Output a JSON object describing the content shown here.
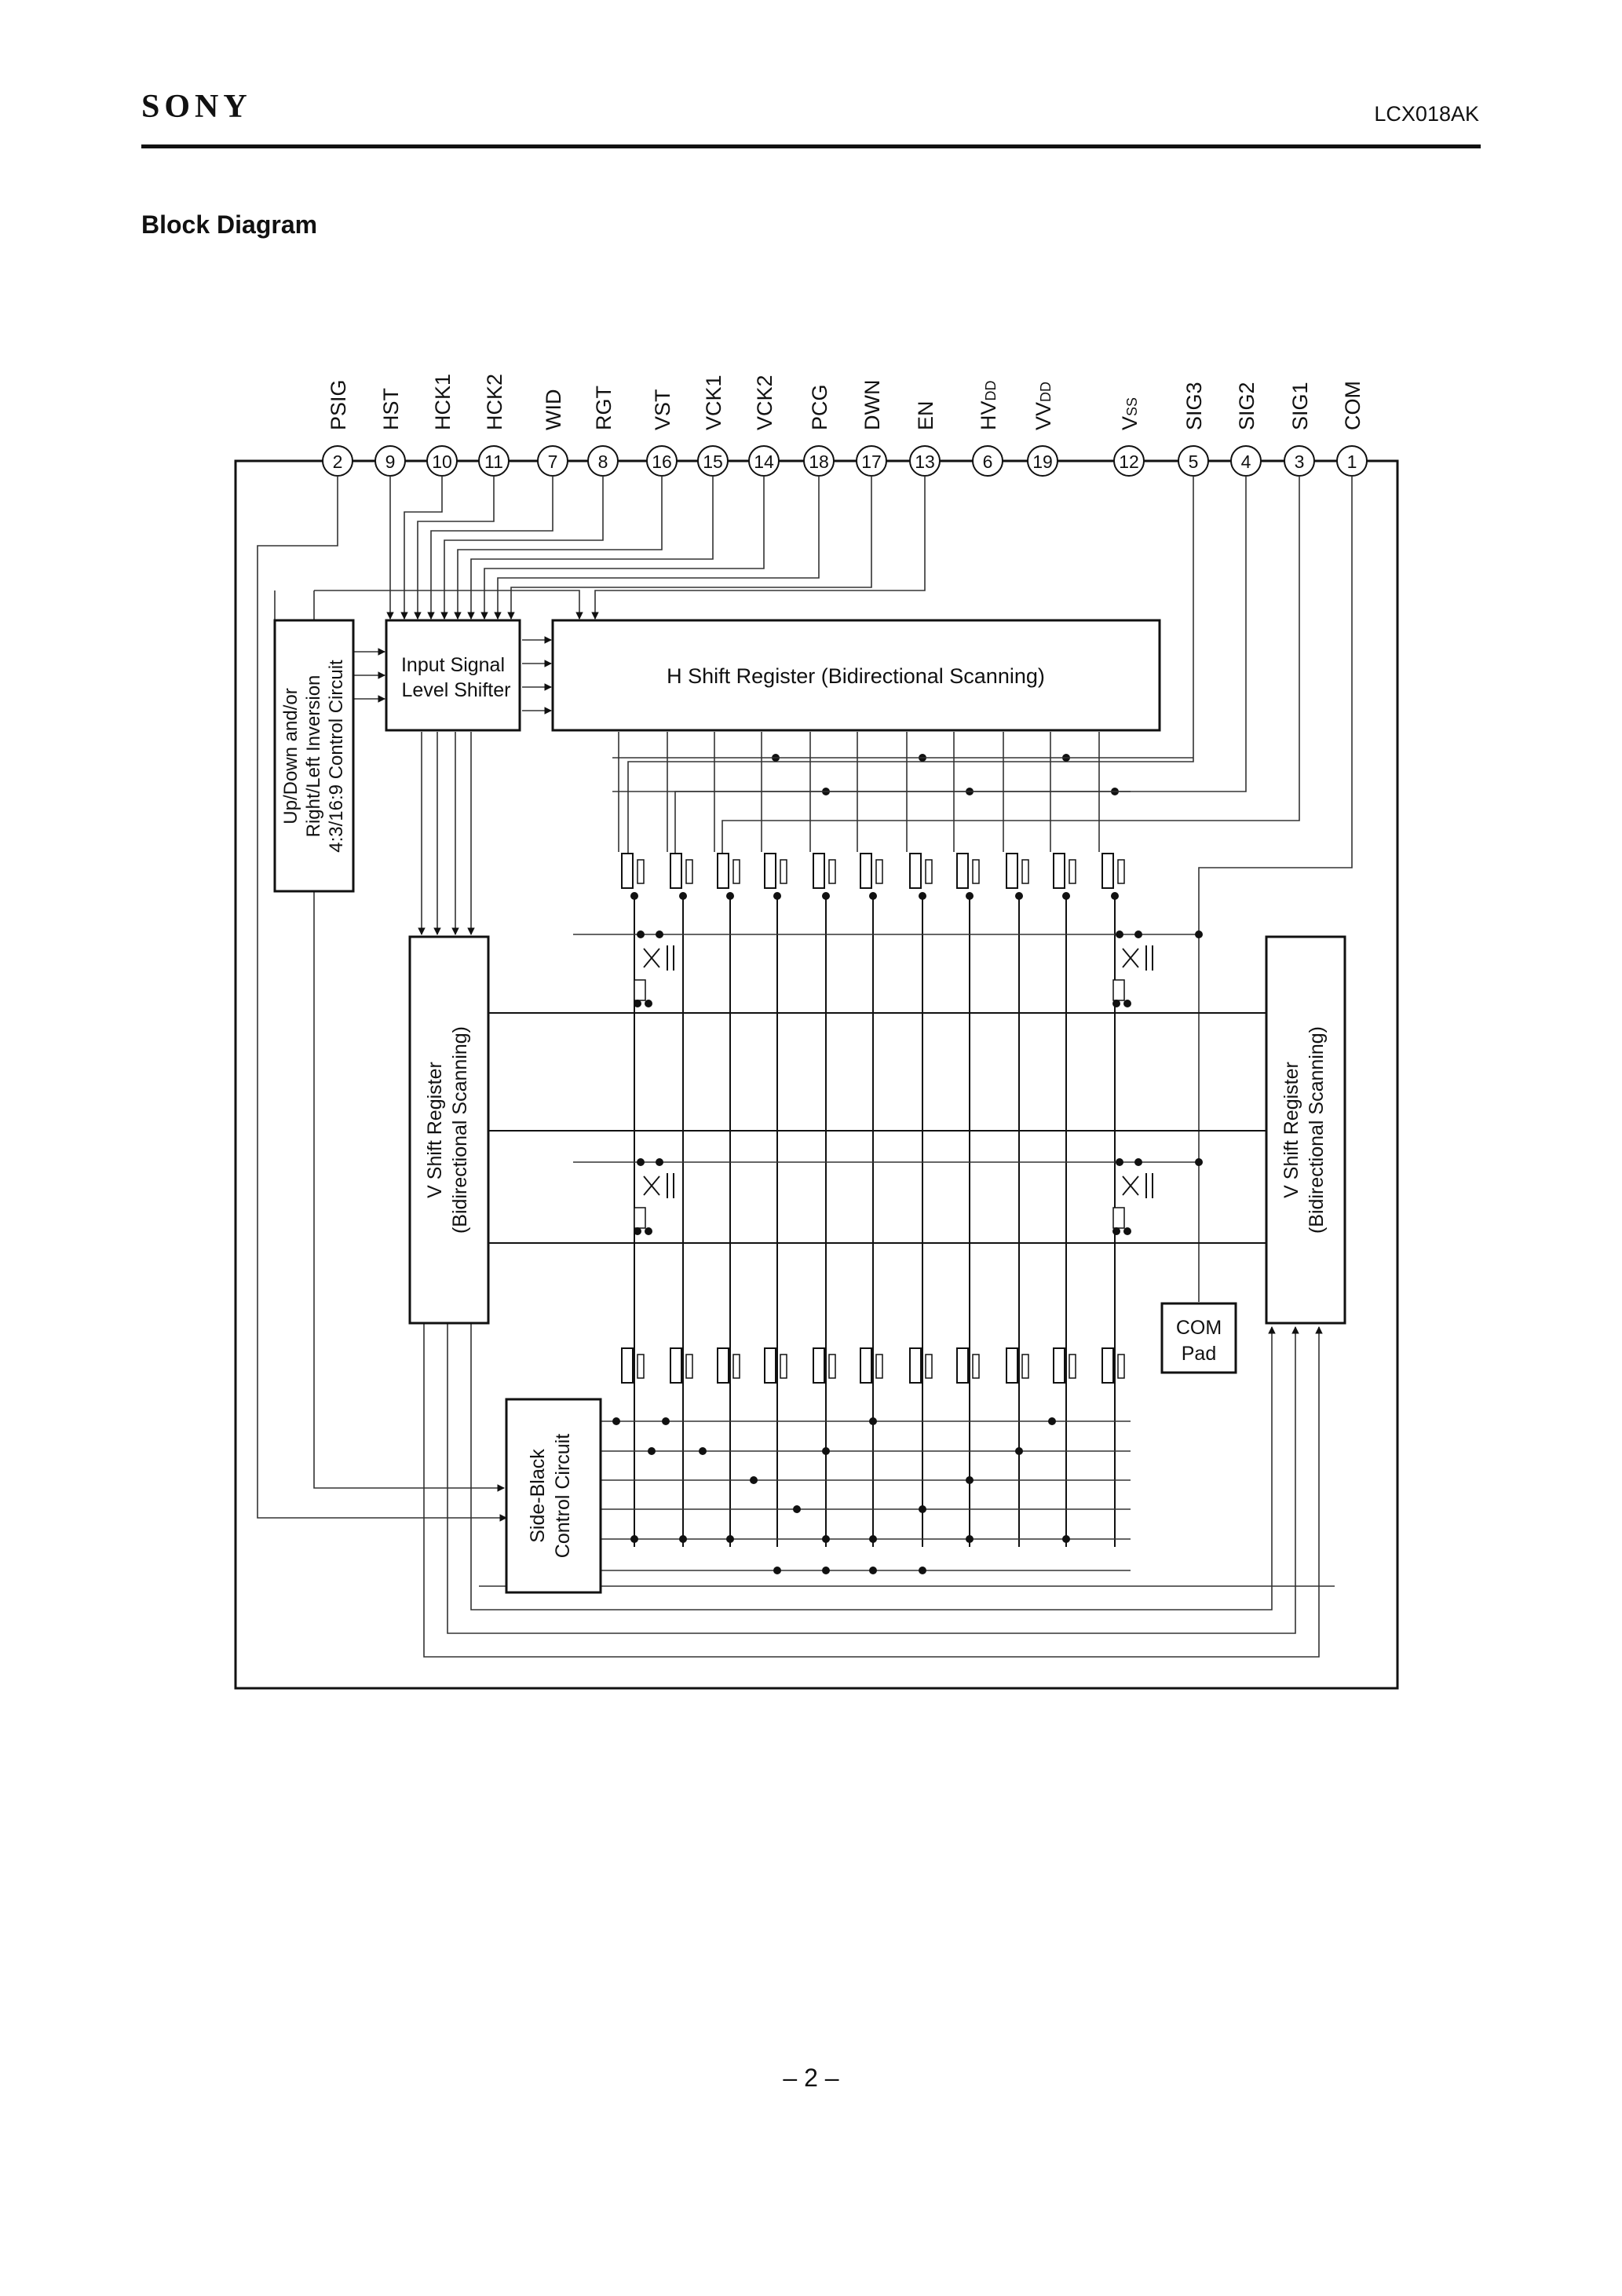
{
  "header": {
    "brand": "SONY",
    "doc_id": "LCX018AK"
  },
  "section_title": "Block Diagram",
  "pins": [
    {
      "name": "PSIG",
      "num": "2"
    },
    {
      "name": "HST",
      "num": "9"
    },
    {
      "name": "HCK1",
      "num": "10"
    },
    {
      "name": "HCK2",
      "num": "11"
    },
    {
      "name": "WID",
      "num": "7"
    },
    {
      "name": "RGT",
      "num": "8"
    },
    {
      "name": "VST",
      "num": "16"
    },
    {
      "name": "VCK1",
      "num": "15"
    },
    {
      "name": "VCK2",
      "num": "14"
    },
    {
      "name": "PCG",
      "num": "18"
    },
    {
      "name": "DWN",
      "num": "17"
    },
    {
      "name": "EN",
      "num": "13"
    },
    {
      "name": "HV",
      "sub": "DD",
      "num": "6"
    },
    {
      "name": "VV",
      "sub": "DD",
      "num": "19"
    },
    {
      "name": "V",
      "sub": "SS",
      "num": "12"
    },
    {
      "name": "SIG3",
      "num": "5"
    },
    {
      "name": "SIG2",
      "num": "4"
    },
    {
      "name": "SIG1",
      "num": "3"
    },
    {
      "name": "COM",
      "num": "1"
    }
  ],
  "blocks": {
    "control": [
      "Up/Down and/or",
      "Right/Left Inversion",
      "4:3/16:9 Control Circuit"
    ],
    "input_shifter": [
      "Input Signal",
      "Level Shifter"
    ],
    "h_shift": "H Shift Register (Bidirectional Scanning)",
    "v_shift_left": [
      "V Shift Register",
      "(Bidirectional Scanning)"
    ],
    "v_shift_right": [
      "V Shift Register",
      "(Bidirectional Scanning)"
    ],
    "com_pad": [
      "COM",
      "Pad"
    ],
    "side_black": [
      "Side-Black",
      "Control Circuit"
    ]
  },
  "footer": {
    "page": "– 2 –"
  }
}
